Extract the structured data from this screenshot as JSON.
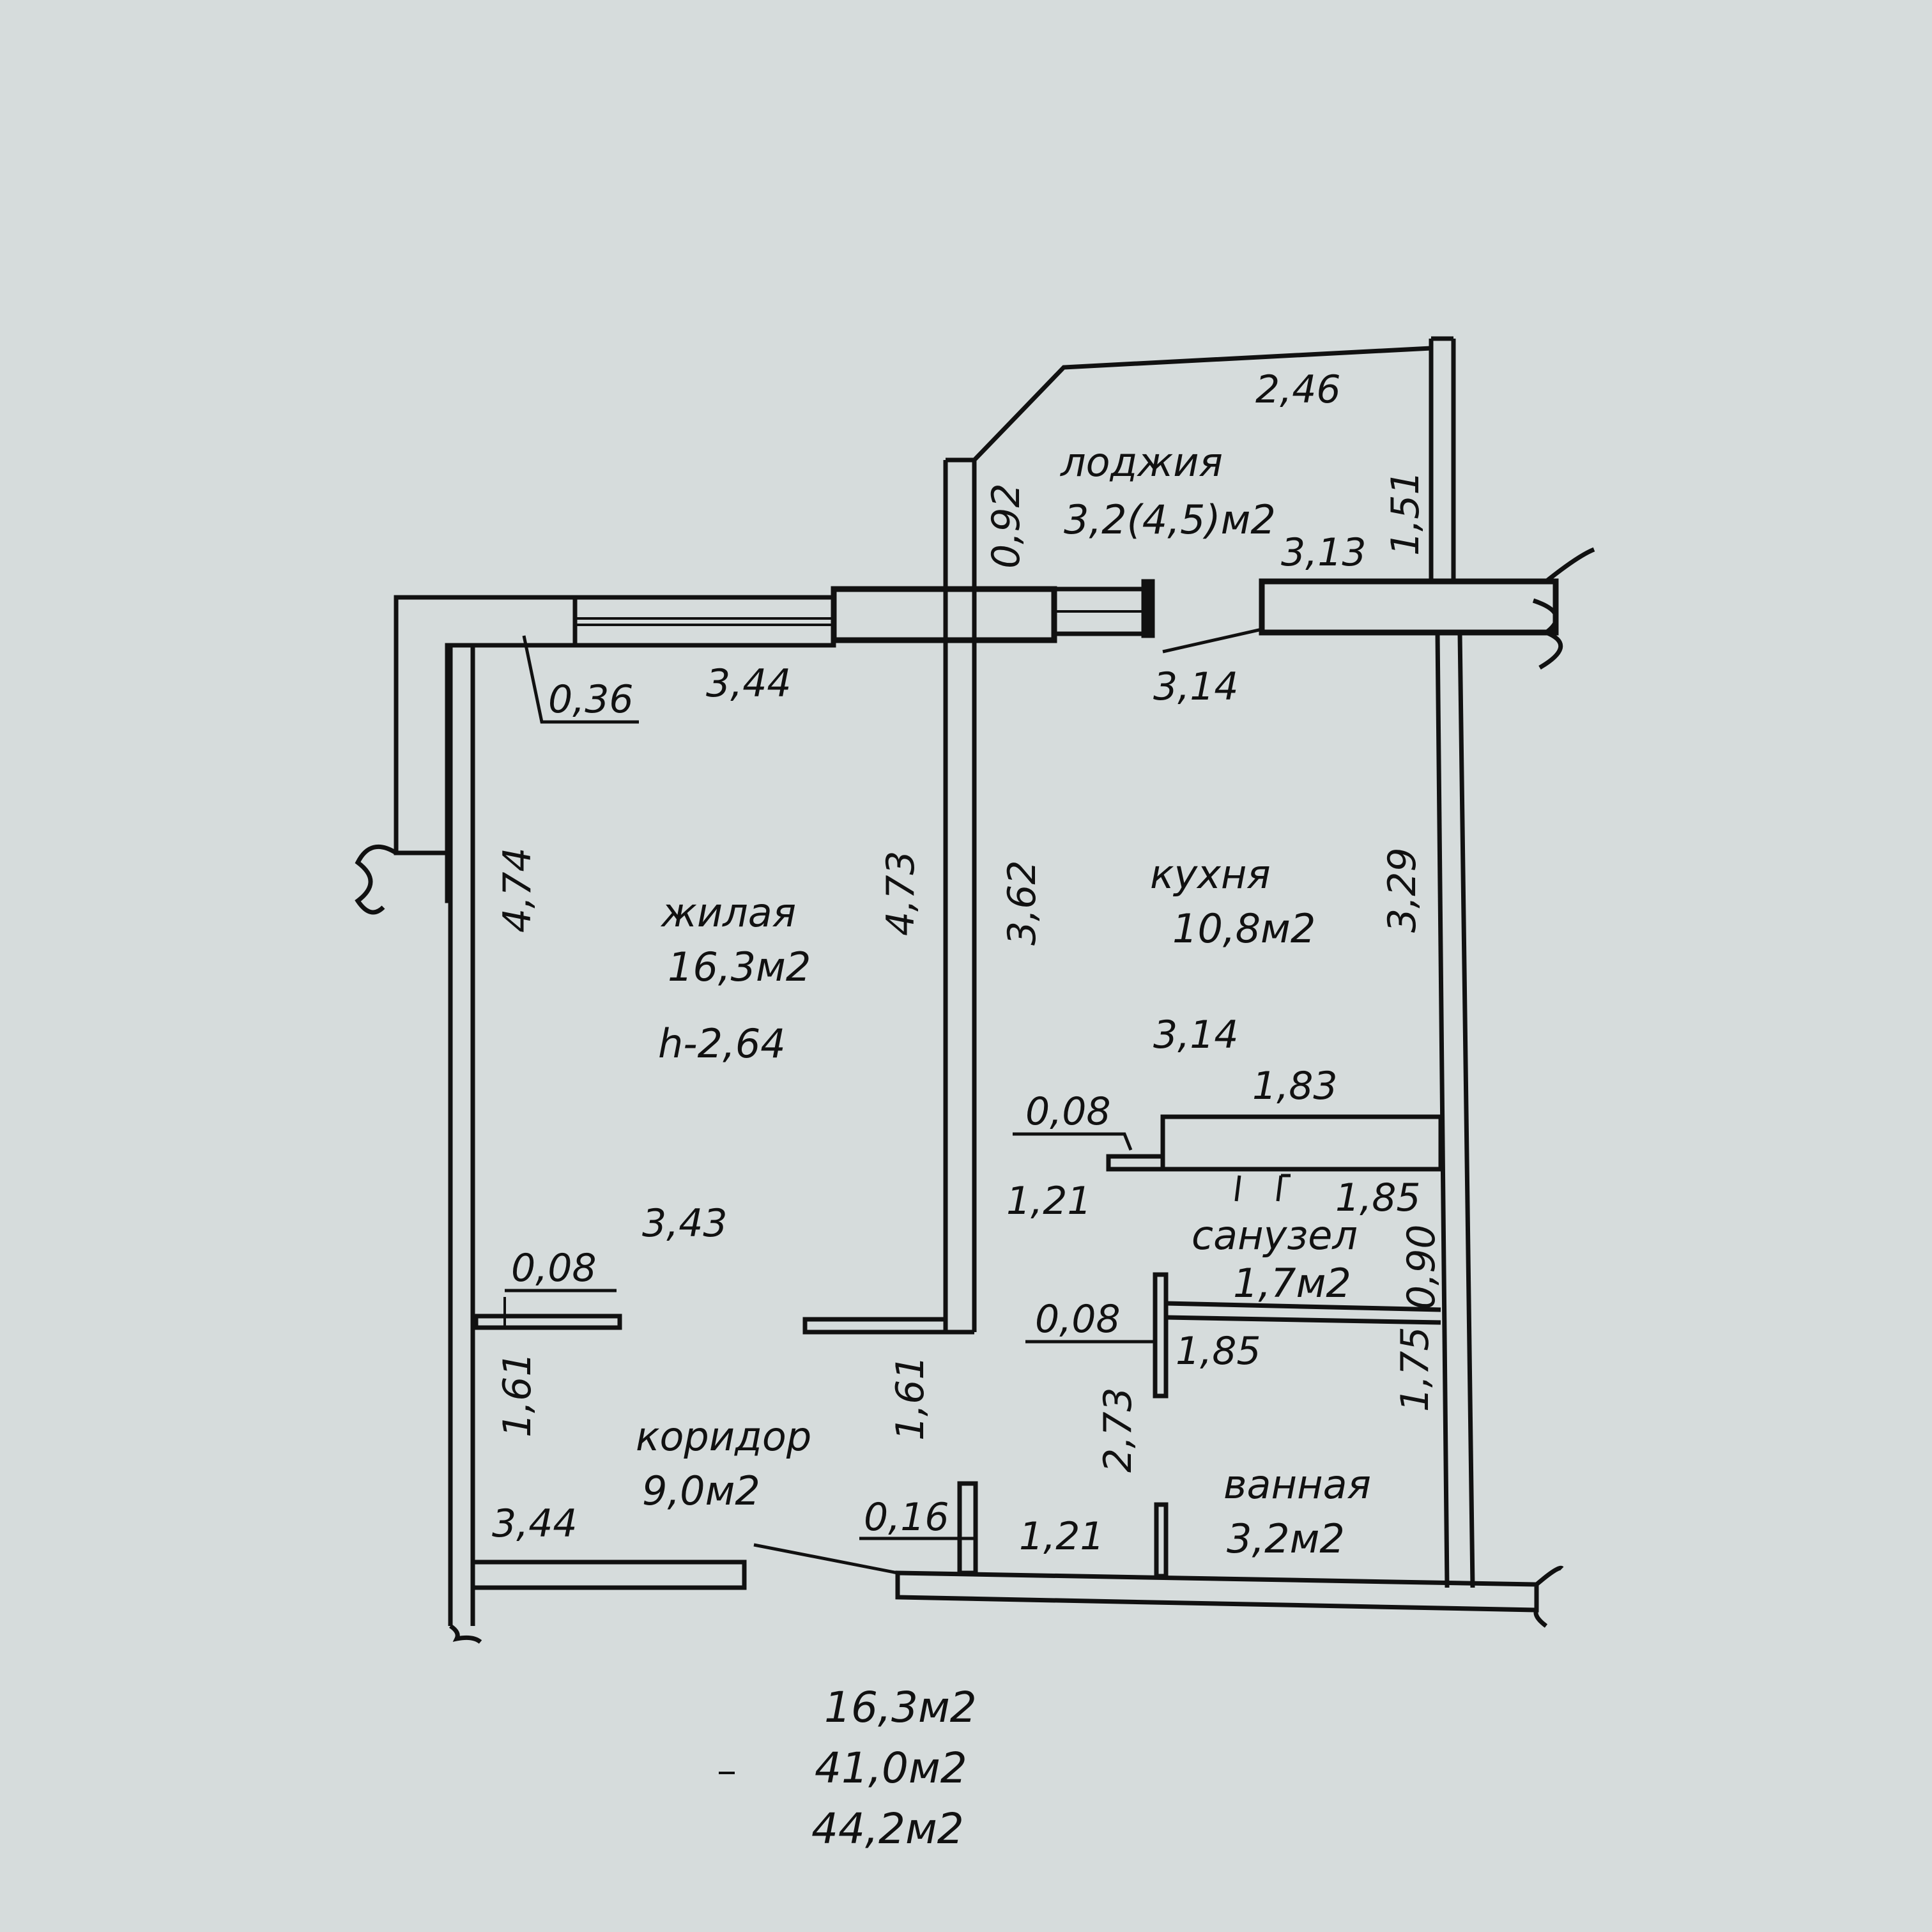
{
  "colors": {
    "paper": "#d6dcdc",
    "ink": "#111111"
  },
  "rooms": {
    "loggia": {
      "name": "лоджия",
      "area": "3,2(4,5)м2"
    },
    "living": {
      "name": "жилая",
      "area": "16,3м2",
      "height": "h-2,64"
    },
    "kitchen": {
      "name": "кухня",
      "area": "10,8м2"
    },
    "wc": {
      "name": "санузел",
      "area": "1,7м2"
    },
    "corridor": {
      "name": "коридор",
      "area": "9,0м2"
    },
    "bath": {
      "name": "ванная",
      "area": "3,2м2"
    }
  },
  "dimensions": {
    "loggia_top": "2,46",
    "loggia_left": "0,92",
    "loggia_right": "1,51",
    "loggia_bottom": "3,13",
    "wall_thickness_top": "0,36",
    "living_top": "3,44",
    "kitchen_top": "3,14",
    "living_left": "4,74",
    "living_right": "4,73",
    "kitchen_left": "3,62",
    "kitchen_right": "3,29",
    "kitchen_bottom": "3,14",
    "wc_top": "1,83",
    "partition_wc_top": "0,08",
    "wc_left": "1,21",
    "wc_right_top": "1,85",
    "wc_height": "0,90",
    "living_bottom": "3,43",
    "partition_living": "0,08",
    "partition_bath": "0,08",
    "bath_top": "1,85",
    "corridor_left": "1,61",
    "corridor_right": "1,61",
    "bath_left": "2,73",
    "bath_right": "1,75",
    "corridor_bottom": "3,44",
    "wall_thickness_bath": "0,16",
    "bath_door": "1,21"
  },
  "totals": {
    "living_area": "16,3м2",
    "total_area": "41,0м2",
    "total_with_loggia": "44,2м2"
  }
}
